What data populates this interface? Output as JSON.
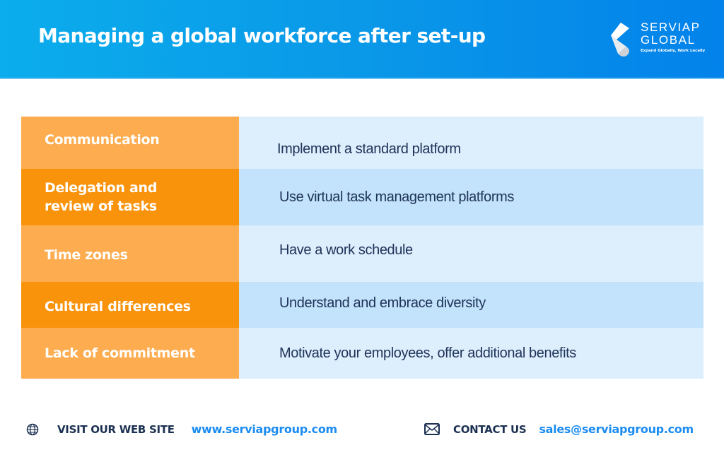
{
  "header": {
    "title": "Managing a global workforce after set-up",
    "gradient": [
      "#0badec",
      "#0282ea"
    ],
    "logo": {
      "name_line1": "SERVIAP",
      "name_line2": "GLOBAL",
      "tagline": "Expand Globally, Work Locally"
    }
  },
  "table": {
    "rows": [
      {
        "challenge": "Communication",
        "solution": "Implement a standard platform",
        "shade": "light"
      },
      {
        "challenge": "Delegation and review of tasks",
        "challenge_line1": "Delegation and",
        "challenge_line2": "review of tasks",
        "solution": "Use virtual task management platforms",
        "shade": "dark"
      },
      {
        "challenge": "Time zones",
        "solution": "Have a work schedule",
        "shade": "light"
      },
      {
        "challenge": "Cultural differences",
        "solution": "Understand and embrace diversity",
        "shade": "dark"
      },
      {
        "challenge": "Lack of commitment",
        "solution": "Motivate your employees, offer additional benefits",
        "shade": "light"
      }
    ],
    "colors": {
      "orange_light": "#fdac4f",
      "orange_dark": "#f9930c",
      "blue_light": "#ddeefd",
      "blue_dark": "#c3e2fb"
    }
  },
  "footer": {
    "website_label": "VISIT OUR WEB SITE",
    "website_url": "www.serviapgroup.com",
    "contact_label": "CONTACT US",
    "contact_email": "sales@serviapgroup.com",
    "icons": {
      "website": "globe-icon",
      "contact": "envelope-icon"
    },
    "link_color": "#1b8cf2",
    "label_color": "#1c3152"
  }
}
